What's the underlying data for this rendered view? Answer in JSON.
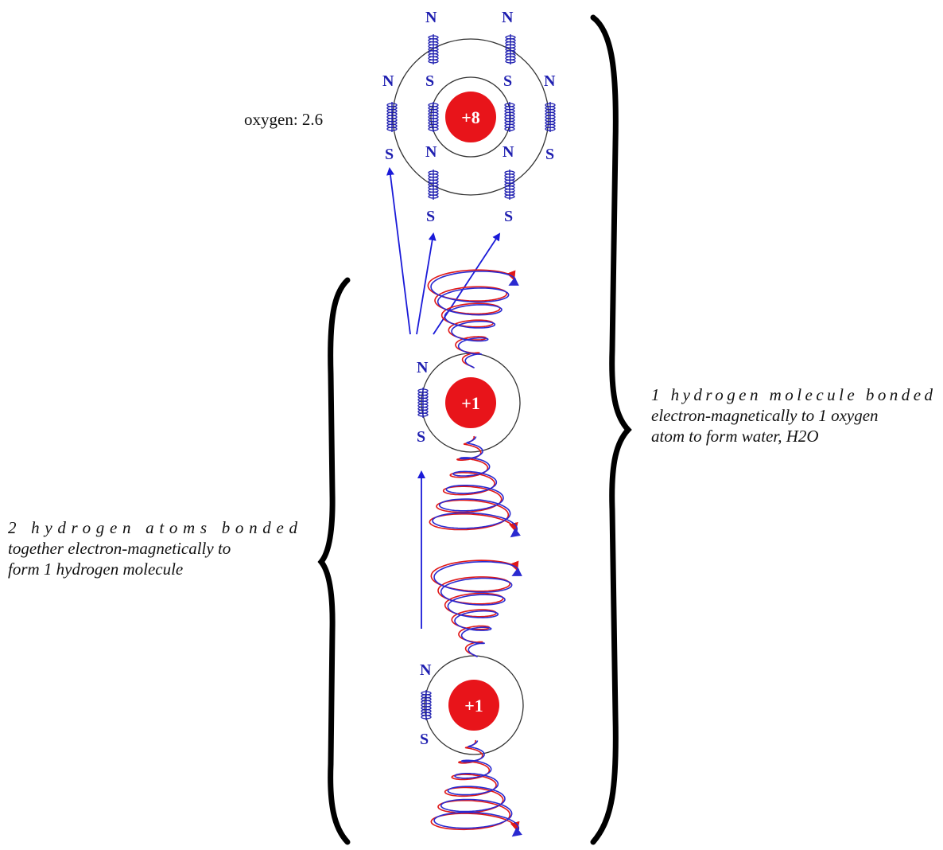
{
  "oxygen": {
    "label": "oxygen: 2.6",
    "nucleus_charge": "+8",
    "poles": {
      "top_left_n": "N",
      "top_right_n": "N",
      "inner_left_s": "S",
      "inner_right_s": "S",
      "outer_left_n": "N",
      "outer_right_n": "N",
      "outer_left_s": "S",
      "outer_right_s": "S",
      "inner_left_n": "N",
      "inner_right_n": "N",
      "bottom_left_s": "S",
      "bottom_right_s": "S"
    }
  },
  "hydrogen_upper": {
    "nucleus_charge": "+1",
    "north": "N",
    "south": "S"
  },
  "hydrogen_lower": {
    "nucleus_charge": "+1",
    "north": "N",
    "south": "S"
  },
  "captions": {
    "water": [
      "1 hydrogen molecule bonded",
      "electron-magnetically to 1 oxygen",
      "atom to form water, H2O"
    ],
    "molecule": [
      "2 hydrogen atoms bonded",
      "together electron-magnetically to",
      "form 1 hydrogen molecule"
    ]
  },
  "colors": {
    "nucleus": "#e8141a",
    "pole": "#1f1fb0",
    "spiral_red": "#e01818",
    "spiral_blue": "#2a2ad0",
    "arrow": "#1a1ad8"
  }
}
